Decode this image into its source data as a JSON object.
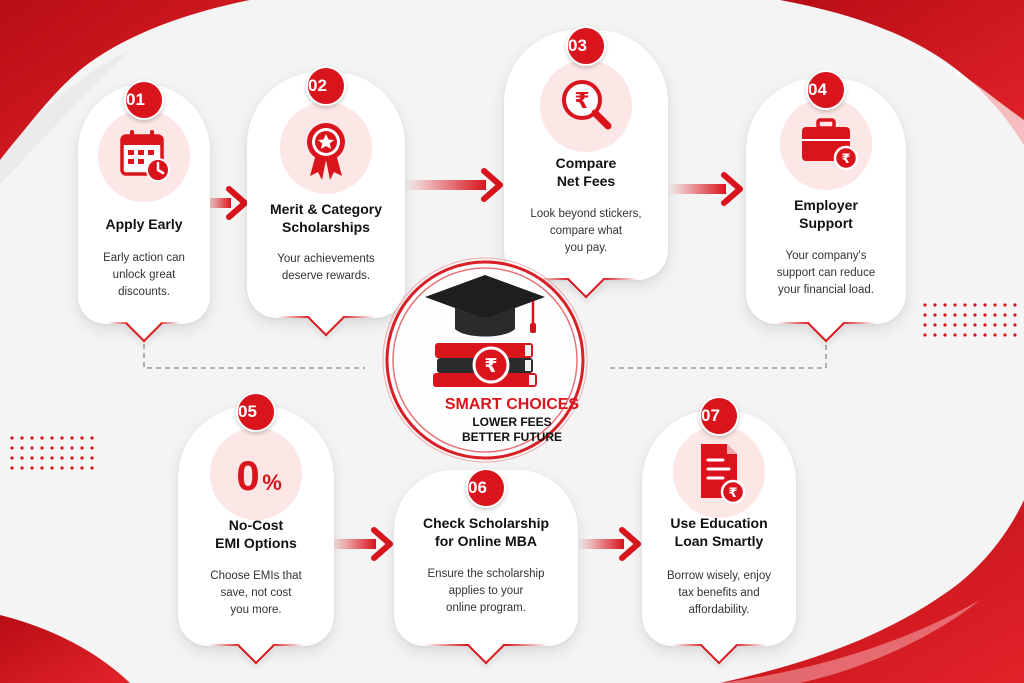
{
  "steps": [
    {
      "num": "01",
      "title1": "Apply Early",
      "title2": "",
      "desc1": "Early action can",
      "desc2": "unlock great",
      "desc3": "discounts."
    },
    {
      "num": "02",
      "title1": "Merit & Category",
      "title2": "Scholarships",
      "desc1": "Your achievements",
      "desc2": "deserve rewards.",
      "desc3": ""
    },
    {
      "num": "03",
      "title1": "Compare",
      "title2": "Net Fees",
      "desc1": "Look beyond stickers,",
      "desc2": "compare what",
      "desc3": "you pay."
    },
    {
      "num": "04",
      "title1": "Employer",
      "title2": "Support",
      "desc1": "Your company's",
      "desc2": "support can reduce",
      "desc3": "your financial load."
    },
    {
      "num": "05",
      "title1": "No-Cost",
      "title2": "EMI Options",
      "desc1": "Choose EMIs that",
      "desc2": "save, not cost",
      "desc3": "you more."
    },
    {
      "num": "06",
      "title1": "Check Scholarship",
      "title2": "for Online MBA",
      "desc1": "Ensure the scholarship",
      "desc2": "applies to your",
      "desc3": "online program."
    },
    {
      "num": "07",
      "title1": "Use Education",
      "title2": "Loan Smartly",
      "desc1": "Borrow wisely, enjoy",
      "desc2": "tax benefits and",
      "desc3": "affordability."
    }
  ],
  "zero_percent": {
    "digit": "0",
    "sign": "%"
  },
  "center": {
    "line1": "SMART CHOICES",
    "line2": "LOWER FEES",
    "line3": "BETTER FUTURE",
    "rupee": "₹"
  },
  "icons": {
    "step1": "calendar-icon",
    "step2": "award-ribbon-icon",
    "step3": "rupee-magnifier-icon",
    "step4": "briefcase-rupee-icon",
    "step5": "zero-percent-icon",
    "step6": "",
    "step7": "document-rupee-icon",
    "center": "graduation-cap-books-icon"
  },
  "colors": {
    "accent": "#d9141c",
    "icon_bg": "#fde6e6",
    "text": "#111111"
  }
}
